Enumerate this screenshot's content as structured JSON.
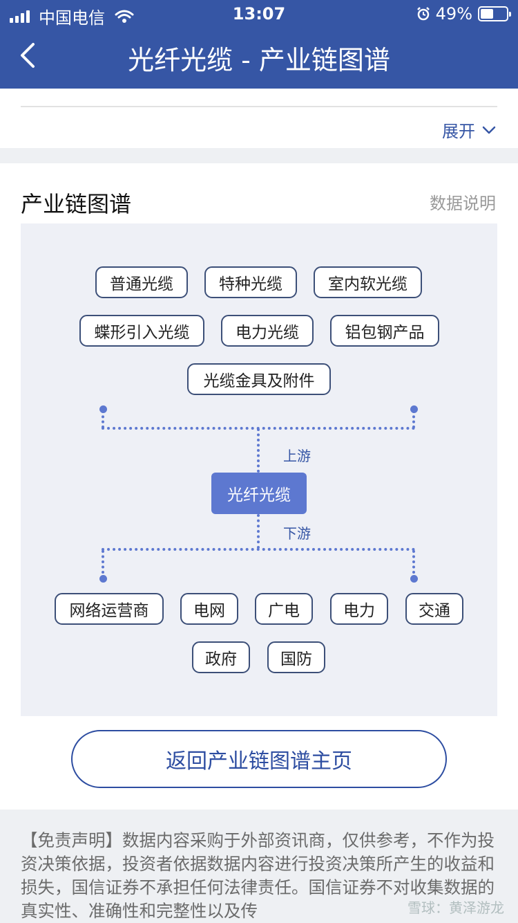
{
  "status_bar": {
    "carrier": "中国电信",
    "time": "13:07",
    "battery": "49%",
    "battery_level": 0.49
  },
  "header": {
    "title": "光纤光缆 - 产业链图谱"
  },
  "summary": {
    "expand_label": "展开"
  },
  "chain": {
    "section_title": "产业链图谱",
    "data_note": "数据说明",
    "center": "光纤光缆",
    "upstream_label": "上游",
    "downstream_label": "下游",
    "upstream": [
      "普通光缆",
      "特种光缆",
      "室内软光缆",
      "蝶形引入光缆",
      "电力光缆",
      "铝包钢产品",
      "光缆金具及附件"
    ],
    "downstream": [
      "网络运营商",
      "电网",
      "广电",
      "电力",
      "交通",
      "政府",
      "国防"
    ],
    "node_border_color": "#3c4f78",
    "accent_color": "#5d78d0"
  },
  "footer": {
    "home_button": "返回产业链图谱主页",
    "disclaimer": "【免责声明】数据内容采购于外部资讯商，仅供参考，不作为投资决策依据，投资者依据数据内容进行投资决策所产生的收益和损失，国信证券不承担任何法律责任。国信证券不对收集数据的真实性、准确性和完整性以及传",
    "watermark": "雪球：黄泽游龙"
  },
  "colors": {
    "header_bg": "#3656a5",
    "page_bg": "#eef0f3",
    "graph_bg": "#eef0f6"
  }
}
